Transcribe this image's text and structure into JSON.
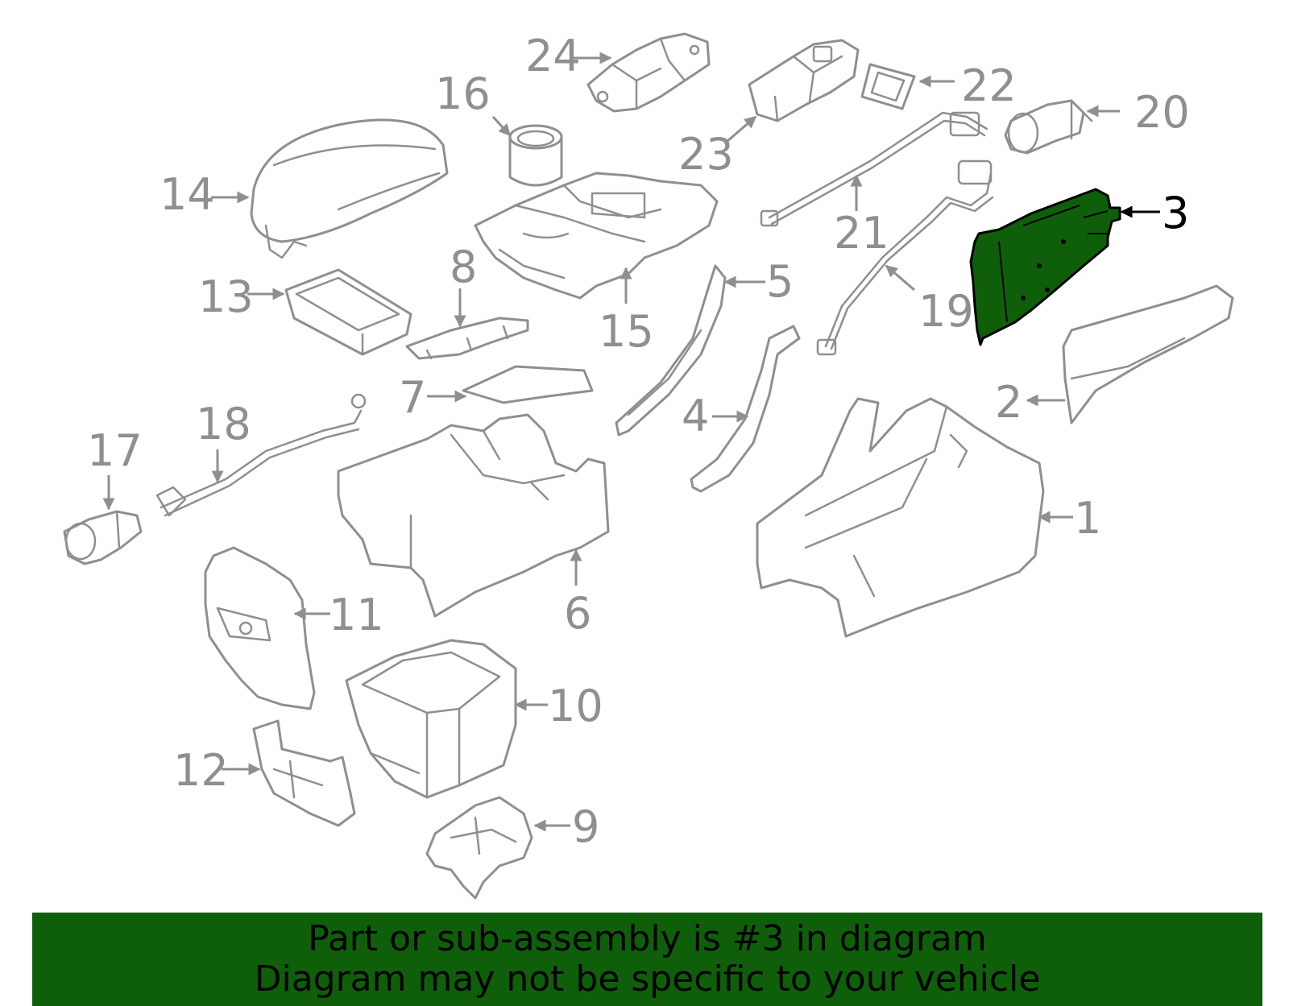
{
  "colors": {
    "highlight": "#0f5f0a",
    "outline": "#8f8f8f",
    "highlight_outline": "#000000",
    "banner_text": "#000000"
  },
  "highlighted_part": "3",
  "callouts": [
    "1",
    "2",
    "3",
    "4",
    "5",
    "6",
    "7",
    "8",
    "9",
    "10",
    "11",
    "12",
    "13",
    "14",
    "15",
    "16",
    "17",
    "18",
    "19",
    "20",
    "21",
    "22",
    "23",
    "24"
  ],
  "banner": {
    "line1": "Part or sub-assembly is #3 in diagram",
    "line2": "Diagram may not be specific to your vehicle"
  }
}
